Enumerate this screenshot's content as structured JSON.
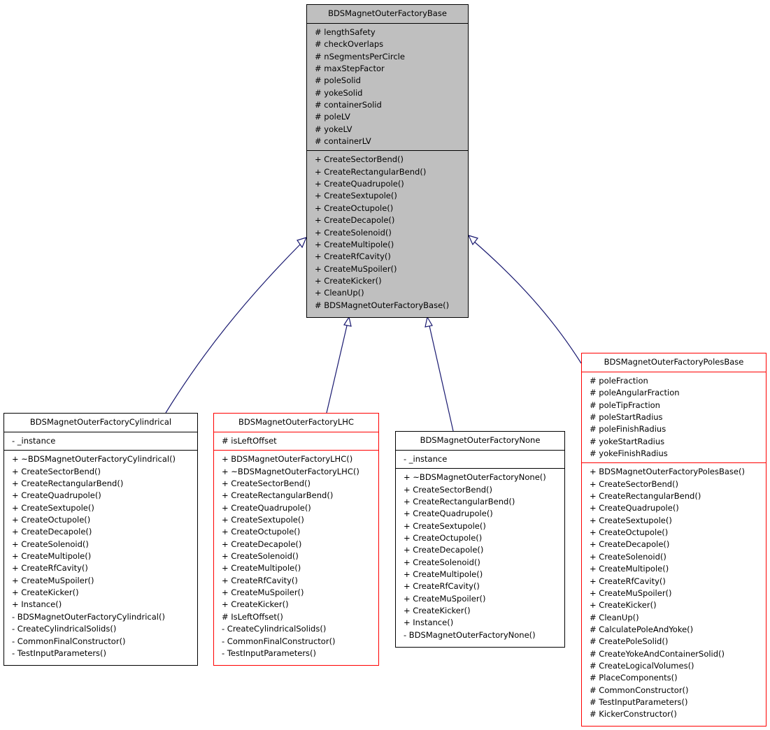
{
  "classes": {
    "base": {
      "name": "BDSMagnetOuterFactoryBase",
      "attributes": [
        "# lengthSafety",
        "# checkOverlaps",
        "# nSegmentsPerCircle",
        "# maxStepFactor",
        "# poleSolid",
        "# yokeSolid",
        "# containerSolid",
        "# poleLV",
        "# yokeLV",
        "# containerLV"
      ],
      "methods": [
        "+ CreateSectorBend()",
        "+ CreateRectangularBend()",
        "+ CreateQuadrupole()",
        "+ CreateSextupole()",
        "+ CreateOctupole()",
        "+ CreateDecapole()",
        "+ CreateSolenoid()",
        "+ CreateMultipole()",
        "+ CreateRfCavity()",
        "+ CreateMuSpoiler()",
        "+ CreateKicker()",
        "+ CleanUp()",
        "# BDSMagnetOuterFactoryBase()"
      ]
    },
    "cylindrical": {
      "name": "BDSMagnetOuterFactoryCylindrical",
      "attributes": [
        "- _instance"
      ],
      "methods": [
        "+ ~BDSMagnetOuterFactoryCylindrical()",
        "+ CreateSectorBend()",
        "+ CreateRectangularBend()",
        "+ CreateQuadrupole()",
        "+ CreateSextupole()",
        "+ CreateOctupole()",
        "+ CreateDecapole()",
        "+ CreateSolenoid()",
        "+ CreateMultipole()",
        "+ CreateRfCavity()",
        "+ CreateMuSpoiler()",
        "+ CreateKicker()",
        "+ Instance()",
        "- BDSMagnetOuterFactoryCylindrical()",
        "- CreateCylindricalSolids()",
        "- CommonFinalConstructor()",
        "- TestInputParameters()"
      ]
    },
    "lhc": {
      "name": "BDSMagnetOuterFactoryLHC",
      "attributes": [
        "# isLeftOffset"
      ],
      "methods": [
        "+ BDSMagnetOuterFactoryLHC()",
        "+ ~BDSMagnetOuterFactoryLHC()",
        "+ CreateSectorBend()",
        "+ CreateRectangularBend()",
        "+ CreateQuadrupole()",
        "+ CreateSextupole()",
        "+ CreateOctupole()",
        "+ CreateDecapole()",
        "+ CreateSolenoid()",
        "+ CreateMultipole()",
        "+ CreateRfCavity()",
        "+ CreateMuSpoiler()",
        "+ CreateKicker()",
        "# IsLeftOffset()",
        "- CreateCylindricalSolids()",
        "- CommonFinalConstructor()",
        "- TestInputParameters()"
      ]
    },
    "none": {
      "name": "BDSMagnetOuterFactoryNone",
      "attributes": [
        "- _instance"
      ],
      "methods": [
        "+ ~BDSMagnetOuterFactoryNone()",
        "+ CreateSectorBend()",
        "+ CreateRectangularBend()",
        "+ CreateQuadrupole()",
        "+ CreateSextupole()",
        "+ CreateOctupole()",
        "+ CreateDecapole()",
        "+ CreateSolenoid()",
        "+ CreateMultipole()",
        "+ CreateRfCavity()",
        "+ CreateMuSpoiler()",
        "+ CreateKicker()",
        "+ Instance()",
        "- BDSMagnetOuterFactoryNone()"
      ]
    },
    "poles": {
      "name": "BDSMagnetOuterFactoryPolesBase",
      "attributes": [
        "# poleFraction",
        "# poleAngularFraction",
        "# poleTipFraction",
        "# poleStartRadius",
        "# poleFinishRadius",
        "# yokeStartRadius",
        "# yokeFinishRadius"
      ],
      "methods": [
        "+ BDSMagnetOuterFactoryPolesBase()",
        "+ CreateSectorBend()",
        "+ CreateRectangularBend()",
        "+ CreateQuadrupole()",
        "+ CreateSextupole()",
        "+ CreateOctupole()",
        "+ CreateDecapole()",
        "+ CreateSolenoid()",
        "+ CreateMultipole()",
        "+ CreateRfCavity()",
        "+ CreateMuSpoiler()",
        "+ CreateKicker()",
        "# CleanUp()",
        "# CalculatePoleAndYoke()",
        "# CreatePoleSolid()",
        "# CreateYokeAndContainerSolid()",
        "# CreateLogicalVolumes()",
        "# PlaceComponents()",
        "# CommonConstructor()",
        "# TestInputParameters()",
        "# KickerConstructor()"
      ]
    }
  },
  "colors": {
    "edge": "#191970",
    "base_fill": "#bfbfbf",
    "documented_border": "#000000",
    "undocumented_border": "#ff0000"
  }
}
